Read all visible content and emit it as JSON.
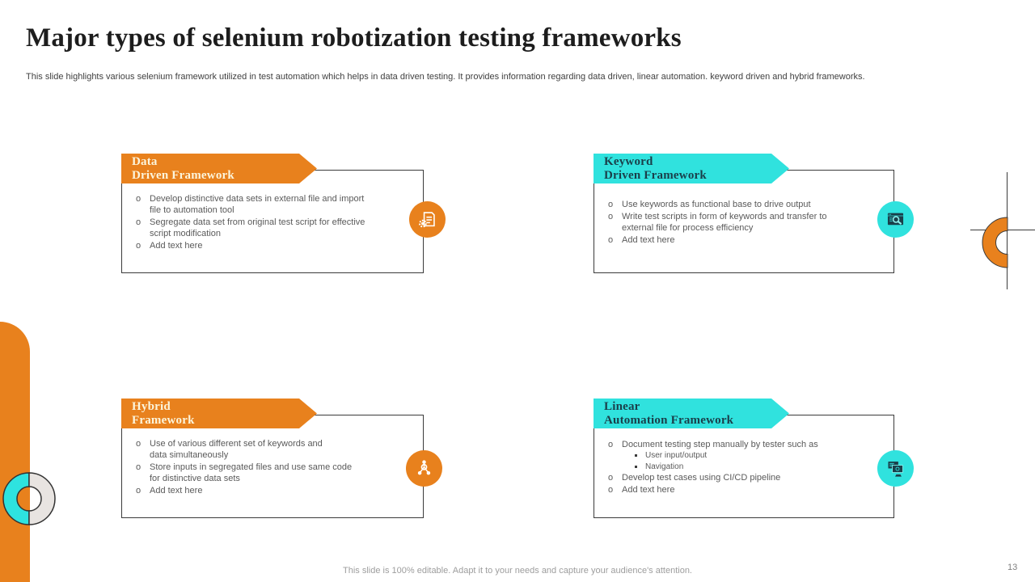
{
  "slide": {
    "title": "Major types of selenium robotization testing frameworks",
    "subtitle": "This slide highlights various selenium framework utilized in test automation which helps in data driven testing. It provides information regarding data driven, linear automation. keyword driven and hybrid frameworks.",
    "footer": "This slide is 100% editable.  Adapt it to your needs and capture your audience's attention.",
    "page_number": "13"
  },
  "ui": {
    "bullet_marker": "o"
  },
  "colors": {
    "orange": "#e8811d",
    "cyan": "#30e2de",
    "header_light_text": "#fcf5dc",
    "header_dark_text": "#1a3f4a",
    "body_text": "#5a5a5a",
    "border": "#3b3b3b",
    "gray_half": "#e8e4e1"
  },
  "cards": [
    {
      "id": "data-driven",
      "accent": "orange",
      "title_line1": "Data",
      "title_line2": "Driven Framework",
      "icon": "database-gear-icon",
      "bullets": [
        {
          "text": "Develop distinctive data sets in external file and import\nfile to automation tool"
        },
        {
          "text": "Segregate data set from original test script for effective\nscript modification"
        },
        {
          "text": "Add text here"
        }
      ]
    },
    {
      "id": "keyword-driven",
      "accent": "cyan",
      "title_line1": "Keyword",
      "title_line2": "Driven Framework",
      "icon": "browser-search-icon",
      "bullets": [
        {
          "text": "Use keywords as functional base to drive output"
        },
        {
          "text": "Write test scripts in form of keywords and transfer to\nexternal file for process efficiency"
        },
        {
          "text": "Add text here"
        }
      ]
    },
    {
      "id": "hybrid",
      "accent": "orange",
      "title_line1": "Hybrid",
      "title_line2": "Framework",
      "icon": "share-network-icon",
      "bullets": [
        {
          "text": "Use of various different set of keywords and\ndata simultaneously"
        },
        {
          "text": "Store inputs in segregated files and use same code\nfor distinctive data sets"
        },
        {
          "text": "Add text here"
        }
      ]
    },
    {
      "id": "linear-automation",
      "accent": "cyan",
      "title_line1": "Linear",
      "title_line2": "Automation Framework",
      "icon": "computer-monitors-icon",
      "bullets": [
        {
          "text": "Document testing step manually by tester such as",
          "sub": [
            "User input/output",
            "Navigation"
          ]
        },
        {
          "text": "Develop test cases using CI/CD pipeline"
        },
        {
          "text": "Add text here"
        }
      ]
    }
  ],
  "decorations": {
    "right_half_donut": "orange",
    "left_side_pill": "orange",
    "left_donut_halves": [
      "cyan",
      "gray"
    ]
  }
}
